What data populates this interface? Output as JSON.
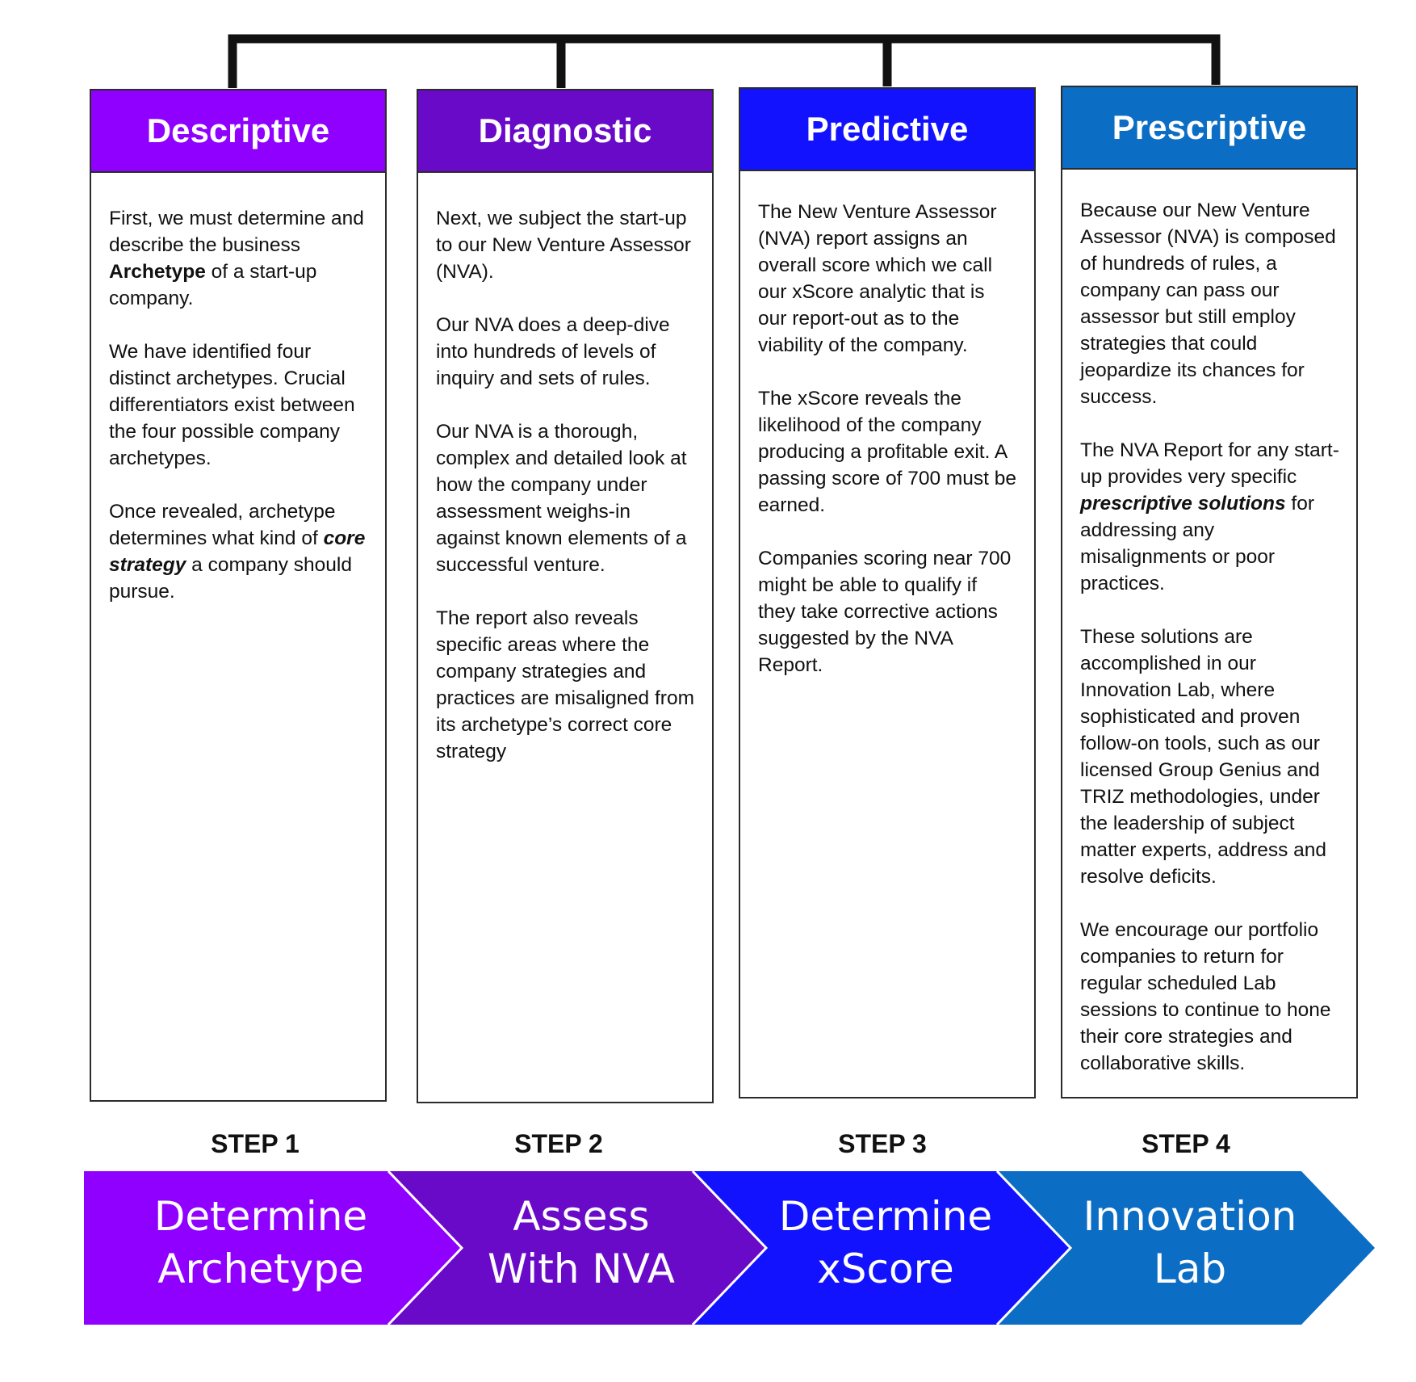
{
  "colors": {
    "descriptive": "#9000ff",
    "diagnostic": "#6a0ac9",
    "predictive": "#1212ff",
    "prescriptive": "#0b6dc4",
    "connector": "#111111"
  },
  "columns": [
    {
      "title": "Descriptive",
      "paragraphs": [
        "First, we must determine and describe the business <b>Archetype</b> of a start-up company.",
        "We have identified four distinct archetypes.  Crucial differentiators exist between the four possible company archetypes.",
        "Once revealed, archetype determines what kind of <i>core strategy</i> a company should pursue."
      ]
    },
    {
      "title": "Diagnostic",
      "paragraphs": [
        "Next, we subject the start-up to our New Venture Assessor (NVA).",
        "Our NVA does a deep-dive into hundreds of levels of inquiry and sets of rules.",
        "Our NVA is a thorough, complex and detailed look at how the company under assessment weighs-in against known elements of a successful venture.",
        "The report also reveals specific areas where the company strategies and practices are misaligned from its archetype’s correct core strategy"
      ]
    },
    {
      "title": "Predictive",
      "paragraphs": [
        "The New Venture Assessor (NVA) report assigns an overall score which we call our xScore analytic that is our report-out as to the viability of the company.",
        "The xScore reveals the likelihood of the company producing a profitable exit. A passing score of 700 must be earned.",
        "Companies scoring near 700 might be able to qualify if they take corrective actions suggested by the NVA Report."
      ]
    },
    {
      "title": "Prescriptive",
      "paragraphs": [
        "Because our New Venture Assessor (NVA) is composed of hundreds of rules, a company can pass our assessor but still employ strategies that could jeopardize its chances for success.",
        "The NVA Report for any start-up provides very specific <i>prescriptive solutions</i> for addressing any misalignments or poor practices.",
        "These solutions are accomplished in our Innovation Lab, where sophisticated and proven follow-on tools, such as our licensed Group Genius and TRIZ methodologies, under the leadership of subject matter experts, address and resolve deficits.",
        "We encourage our portfolio companies to return for regular scheduled Lab sessions to continue to hone their core strategies and collaborative skills."
      ]
    }
  ],
  "steps": [
    {
      "label": "STEP 1",
      "line1": "Determine",
      "line2": "Archetype"
    },
    {
      "label": "STEP 2",
      "line1": "Assess",
      "line2": "With NVA"
    },
    {
      "label": "STEP 3",
      "line1": "Determine",
      "line2": "xScore"
    },
    {
      "label": "STEP 4",
      "line1": "Innovation",
      "line2": "Lab"
    }
  ]
}
